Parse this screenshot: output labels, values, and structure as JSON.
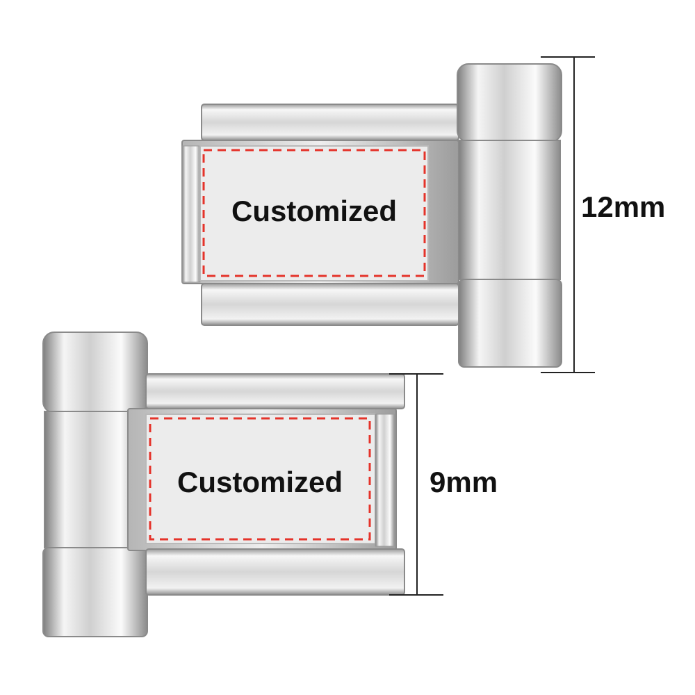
{
  "charms": [
    {
      "plate_text": "Customized",
      "size_label": "12mm"
    },
    {
      "plate_text": "Customized",
      "size_label": "9mm"
    }
  ],
  "colors": {
    "background": "#ffffff",
    "steel_light": "#f4f4f4",
    "steel_mid": "#c9c9c9",
    "steel_dark": "#8a8a8a",
    "plate": "#ececec",
    "dashed_border": "#e5332a",
    "text": "#111111",
    "dimension_line": "#222222"
  },
  "icons": [
    "link-charm-graphic",
    "dimension-line"
  ]
}
